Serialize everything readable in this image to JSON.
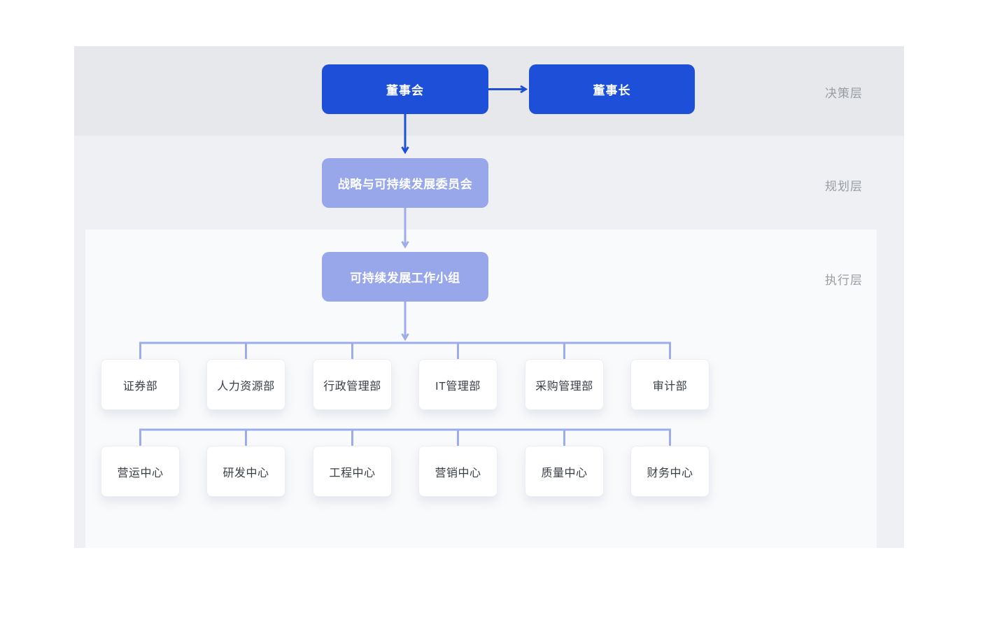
{
  "layers": [
    {
      "label": "决策层"
    },
    {
      "label": "规划层"
    },
    {
      "label": "执行层"
    }
  ],
  "nodes": {
    "board": "董事会",
    "chairman": "董事长",
    "committee": "战略与可持续发展委员会",
    "workgroup": "可持续发展工作小组"
  },
  "departments": [
    "证券部",
    "人力资源部",
    "行政管理部",
    "IT管理部",
    "采购管理部",
    "审计部"
  ],
  "centers": [
    "营运中心",
    "研发中心",
    "工程中心",
    "营销中心",
    "质量中心",
    "财务中心"
  ],
  "colors": {
    "primary_node": "#1d4fd8",
    "secondary_node": "#97a7e9",
    "connector_light": "#9dadec",
    "connector_dark": "#1d4fd8",
    "band_decision": "#e6e8eb",
    "band_planning": "#eef0f4",
    "band_execution": "#f9fafb",
    "layer_label_text": "#999da3",
    "dept_text": "#383e46"
  }
}
